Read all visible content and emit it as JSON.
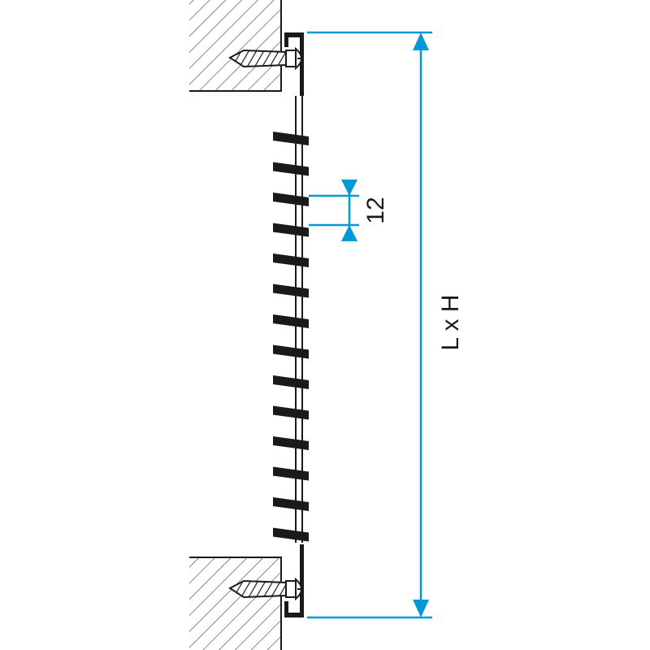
{
  "diagram": {
    "slat_spacing_label": "12",
    "overall_size_label": "L x H"
  },
  "colors": {
    "dimension": "#0099d8",
    "linework": "#1a1a1a",
    "hatch": "#555555",
    "background": "#ffffff"
  },
  "icons": [
    "wall-section-hatch",
    "wood-screw-icon",
    "mounting-bracket",
    "louver-slat"
  ],
  "louver": {
    "slat_count": 14
  }
}
